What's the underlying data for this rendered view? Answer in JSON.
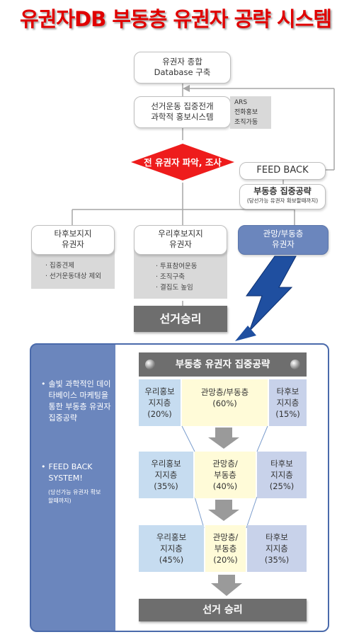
{
  "title": "유권자DB 부동층 유권자 공략 시스템",
  "flow": {
    "db": [
      "유권자 종합",
      "Database 구축"
    ],
    "campaign": [
      "선거운동 집중전개",
      "과학적 홍보시스템"
    ],
    "campaign_notes": [
      "ARS",
      "전화홍보",
      "조직가동"
    ],
    "diamond": "전 유권자 파악, 조사",
    "feedback": "FEED BACK",
    "floating_target": "부동층 집중공략",
    "floating_target_note": "(당선가능 유권자 확보할때까지)",
    "groups": [
      {
        "title": [
          "타후보지지",
          "유권자"
        ],
        "bullets": [
          "집중견제",
          "선거운동대상 제외"
        ]
      },
      {
        "title": [
          "우리후보지지",
          "유권자"
        ],
        "bullets": [
          "투표참여운동",
          "조직구축",
          "결집도 높임"
        ]
      },
      {
        "title": [
          "관망/부동층",
          "유권자"
        ],
        "bullets": []
      }
    ],
    "victory_top": "선거승리"
  },
  "panel": {
    "side_bullets": [
      {
        "text": "솔빛 과학적인 데이타베이스 마케팅을 통한 부동층 유권자 집중공략"
      },
      {
        "text": "FEED BACK SYSTEM!"
      }
    ],
    "side_note": "(당선가능 유권자 확보할때까지)",
    "header": "부동층 유권자 집중공략",
    "rows": [
      {
        "left": [
          "우리홍보",
          "지지층",
          "(20%)"
        ],
        "mid": [
          "관망층/부동층",
          "(60%)"
        ],
        "right": [
          "타후보",
          "지지층",
          "(15%)"
        ]
      },
      {
        "left": [
          "우리홍보",
          "지지층",
          "(35%)"
        ],
        "mid": [
          "관망층/",
          "부동층",
          "(40%)"
        ],
        "right": [
          "타후보",
          "지지층",
          "(25%)"
        ]
      },
      {
        "left": [
          "우리홍보",
          "지지층",
          "(45%)"
        ],
        "mid": [
          "관망층/",
          "부동층",
          "(20%)"
        ],
        "right": [
          "타후보",
          "지지층",
          "(35%)"
        ]
      }
    ],
    "victory_bottom": "선거 승리"
  },
  "colors": {
    "title_red": "#e00000",
    "diamond_red": "#ee1c1c",
    "panel_blue": "#6b86bd",
    "cell_blue": "#c6dcf0",
    "cell_yellow": "#fffbd8",
    "cell_lavender": "#c8d2ea"
  }
}
